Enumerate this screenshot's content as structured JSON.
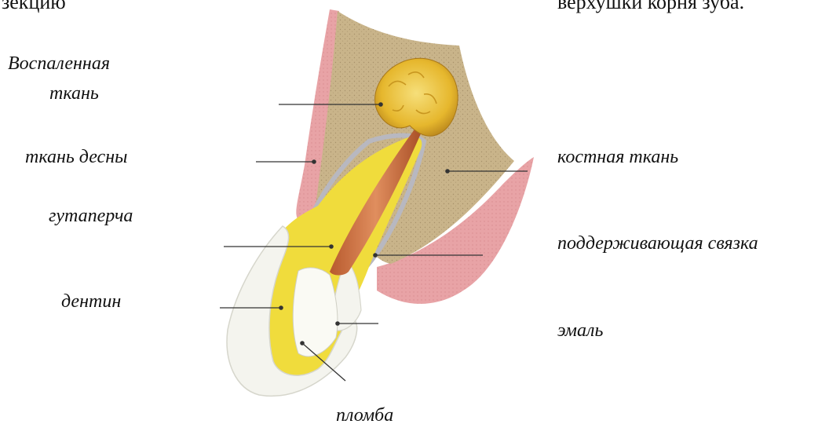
{
  "header": {
    "left_fragment": "зекцию",
    "right_fragment": "верхушки корня зуба."
  },
  "labels": {
    "inflamed_tissue_line1": "Воспаленная",
    "inflamed_tissue_line2": "ткань",
    "gum_tissue": "ткань десны",
    "gutta_percha": "гутаперча",
    "dentin": "дентин",
    "bone_tissue": "костная ткань",
    "ligament": "поддерживающая связка",
    "enamel": "эмаль",
    "filling": "пломба"
  },
  "colors": {
    "bone": "#c9b48a",
    "gum": "#e8a3a6",
    "dentin": "#f0dc3c",
    "enamel": "#f4f4ee",
    "gutta_percha": "#d2794a",
    "inflamed": "#e8c23a",
    "ligament": "#b8b8c0"
  }
}
